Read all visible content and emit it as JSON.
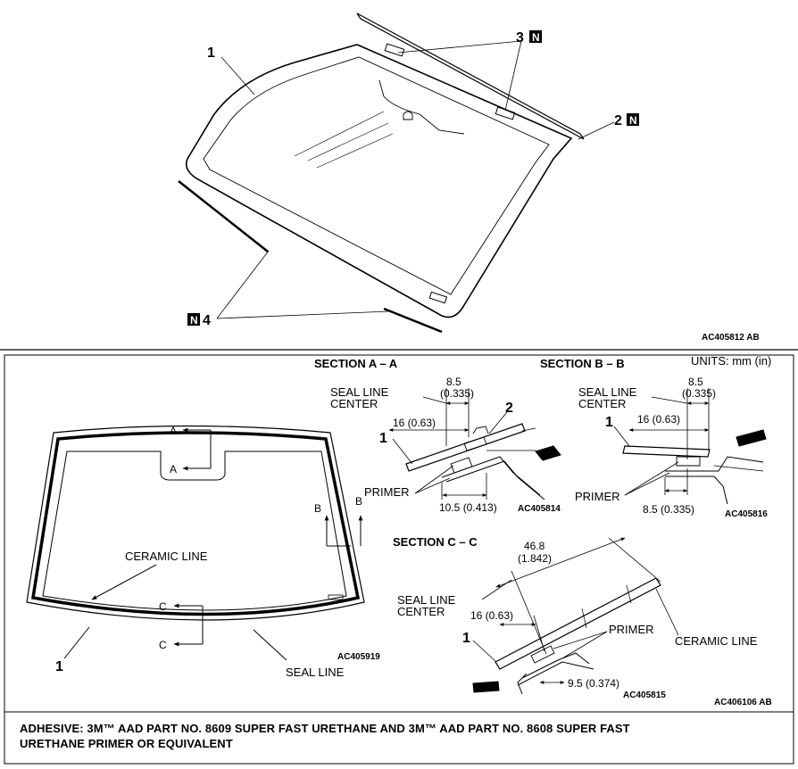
{
  "top": {
    "callout_1": "1",
    "callout_2": "2",
    "callout_3": "3",
    "callout_4": "4",
    "new_part_mark": "N",
    "figure_code": "AC405812 AB"
  },
  "units": "UNITS: mm (in)",
  "overview": {
    "arrow_a": "A",
    "arrow_b": "B",
    "arrow_c": "C",
    "ceramic_line": "CERAMIC LINE",
    "seal_line": "SEAL LINE",
    "callout_1": "1",
    "figure_code": "AC405919"
  },
  "section_a": {
    "title": "SECTION A – A",
    "seal_line_center": [
      "SEAL LINE",
      "CENTER"
    ],
    "dim_8_5": "8.5",
    "dim_8_5_in": "(0.335)",
    "dim_16": "16 (0.63)",
    "dim_10_5": "10.5 (0.413)",
    "primer": "PRIMER",
    "callout_1": "1",
    "callout_2": "2",
    "figure_code": "AC405814"
  },
  "section_b": {
    "title": "SECTION B – B",
    "seal_line_center": [
      "SEAL LINE",
      "CENTER"
    ],
    "dim_8_5_top": "8.5",
    "dim_8_5_top_in": "(0.335)",
    "dim_16": "16 (0.63)",
    "dim_8_5_bottom": "8.5 (0.335)",
    "primer": "PRIMER",
    "callout_1": "1",
    "figure_code": "AC405816"
  },
  "section_c": {
    "title": "SECTION C – C",
    "dim_46_8": "46.8",
    "dim_46_8_in": "(1.842)",
    "seal_line_center": [
      "SEAL LINE",
      "CENTER"
    ],
    "dim_16": "16 (0.63)",
    "primer": "PRIMER",
    "ceramic_line": "CERAMIC LINE",
    "dim_9_5": "9.5 (0.374)",
    "callout_1": "1",
    "figure_code": "AC405815",
    "page_code": "AC406106 AB"
  },
  "adhesive": {
    "line1": "ADHESIVE: 3M™ AAD PART NO. 8609 SUPER FAST URETHANE AND 3M™ AAD PART NO. 8608 SUPER FAST",
    "line2": "URETHANE PRIMER OR EQUIVALENT"
  }
}
